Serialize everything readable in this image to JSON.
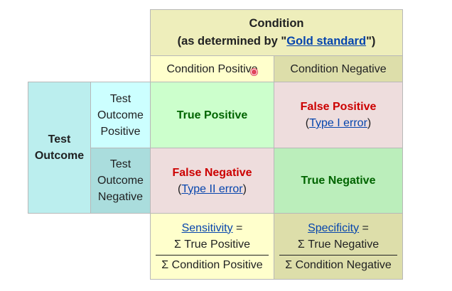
{
  "condition": {
    "heading": "Condition",
    "subheading_prefix": "(as determined by \"",
    "subheading_link": "Gold standard",
    "subheading_suffix": "\")",
    "positive_label": "Condition Positive",
    "negative_label": "Condition Negative"
  },
  "test_outcome": {
    "heading_line1": "Test",
    "heading_line2": "Outcome",
    "positive_lines": [
      "Test",
      "Outcome",
      "Positive"
    ],
    "negative_lines": [
      "Test",
      "Outcome",
      "Negative"
    ]
  },
  "cells": {
    "true_positive": "True Positive",
    "false_positive": "False Positive",
    "type1_open": "(",
    "type1_link": "Type I error",
    "type1_close": ")",
    "false_negative": "False Negative",
    "type2_open": "(",
    "type2_link": "Type II error",
    "type2_close": ")",
    "true_negative": "True Negative"
  },
  "metrics": {
    "sensitivity_link": "Sensitivity",
    "sensitivity_eq": " =",
    "sensitivity_numerator": "Σ True Positive",
    "sensitivity_denominator": "Σ Condition Positive",
    "specificity_link": "Specificity",
    "specificity_eq": " =",
    "specificity_numerator": "Σ True Negative",
    "specificity_denominator": "Σ Condition Negative"
  },
  "colors": {
    "link": "#0645ad",
    "true_text": "#006400",
    "error_text": "#cc0000"
  }
}
